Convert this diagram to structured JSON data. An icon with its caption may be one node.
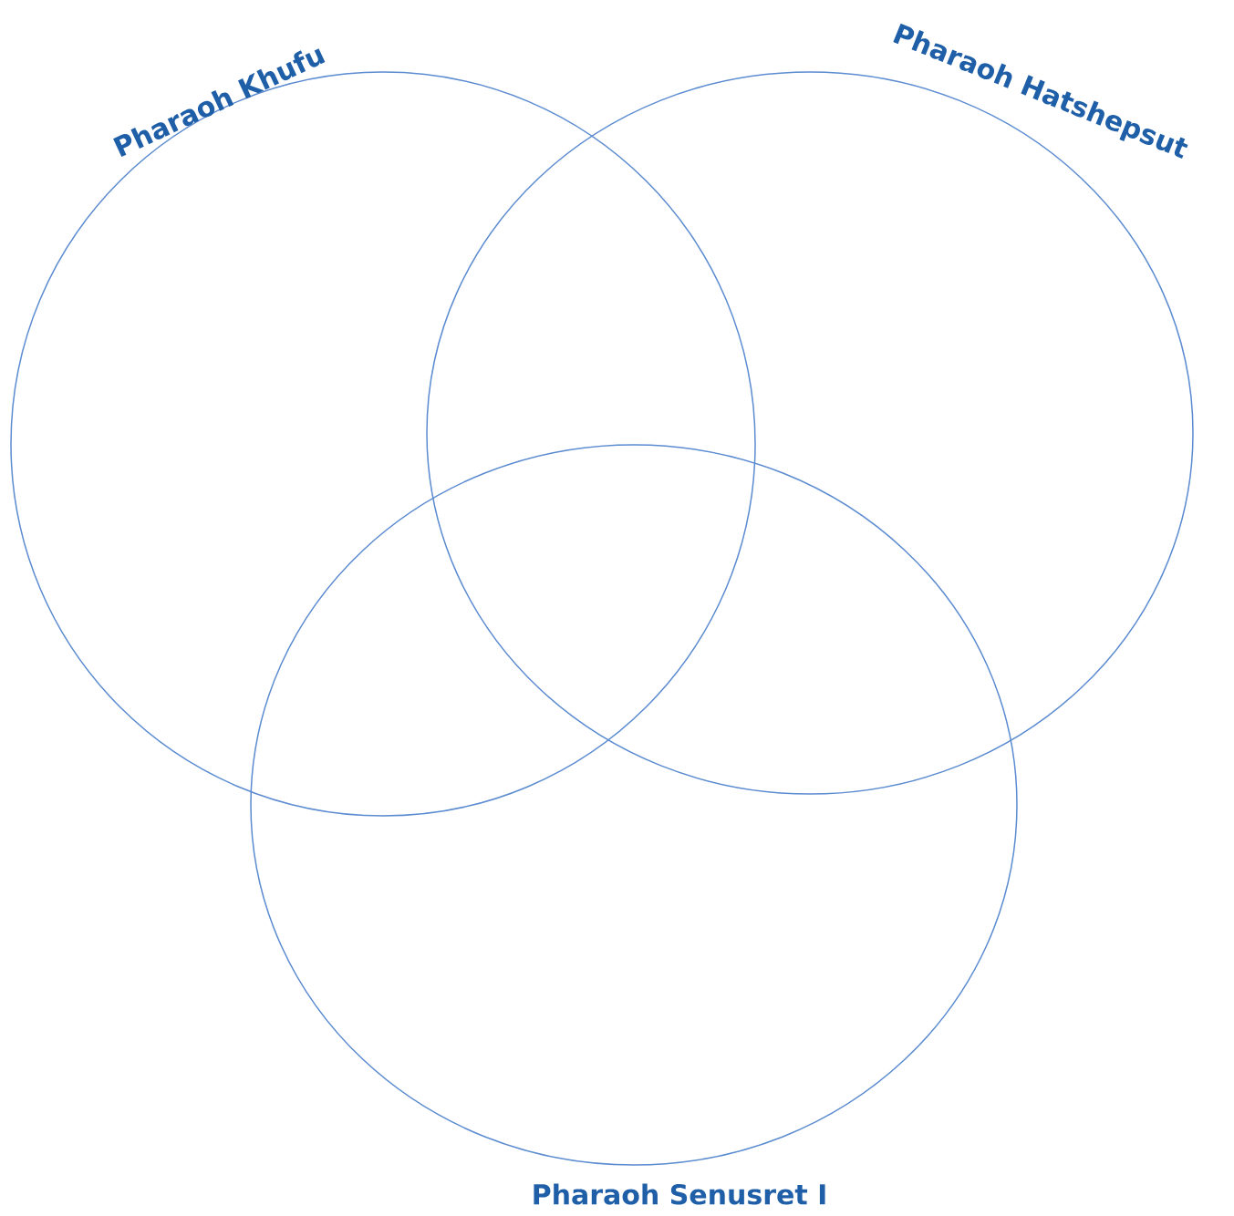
{
  "diagram": {
    "nodes": [
      {
        "text": [
          "Pharaoh Khufu"
        ]
      },
      {
        "text": [
          "Pharaoh Hatshepsut"
        ]
      },
      {
        "text": [
          "Pharaoh Senusret I"
        ]
      }
    ]
  }
}
